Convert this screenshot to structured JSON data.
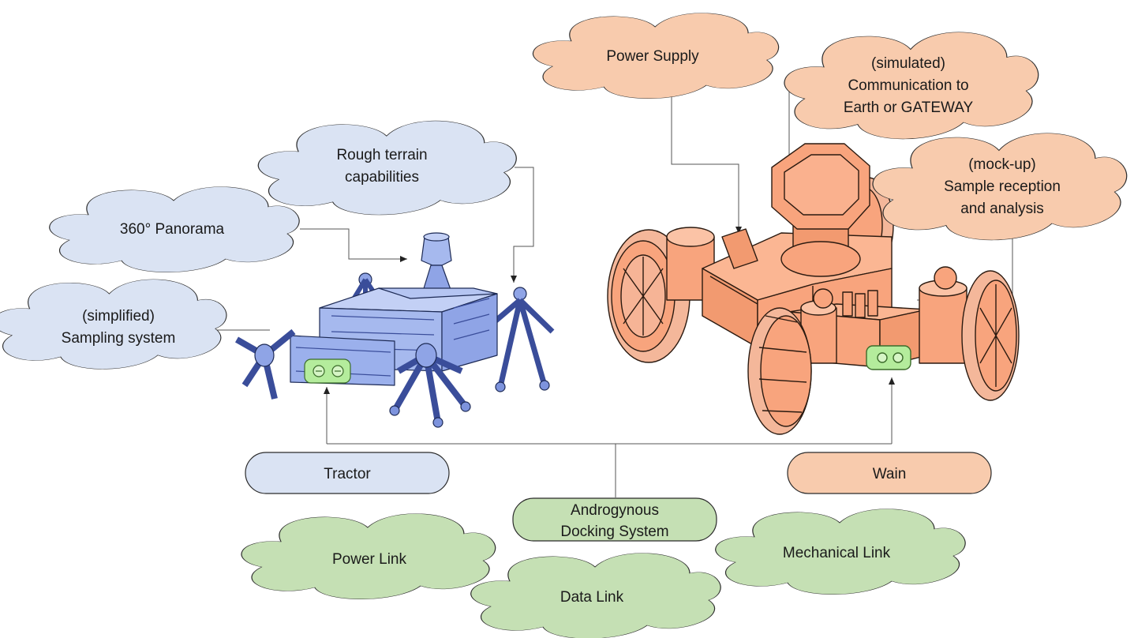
{
  "colors": {
    "tractor_cloud": "#dae3f3",
    "wain_cloud": "#f8cbad",
    "docking_cloud": "#c5e0b4",
    "tractor_body": "#a6b9ee",
    "wain_body": "#f8a47d",
    "docking_port": "#b4ec9c",
    "outline": "#2b2b2b"
  },
  "tractor": {
    "clouds": {
      "rough_terrain": [
        "Rough terrain",
        "capabilities"
      ],
      "panorama": [
        "360° Panorama"
      ],
      "sampling": [
        "(simplified)",
        "Sampling system"
      ]
    },
    "label": "Tractor"
  },
  "wain": {
    "clouds": {
      "power_supply": [
        "Power Supply"
      ],
      "communication": [
        "(simulated)",
        "Communication to",
        "Earth or GATEWAY"
      ],
      "sample_reception": [
        "(mock-up)",
        "Sample reception",
        "and analysis"
      ]
    },
    "label": "Wain"
  },
  "docking": {
    "label": [
      "Androgynous",
      "Docking System"
    ],
    "links": {
      "power": "Power Link",
      "data": "Data Link",
      "mechanical": "Mechanical Link"
    }
  }
}
